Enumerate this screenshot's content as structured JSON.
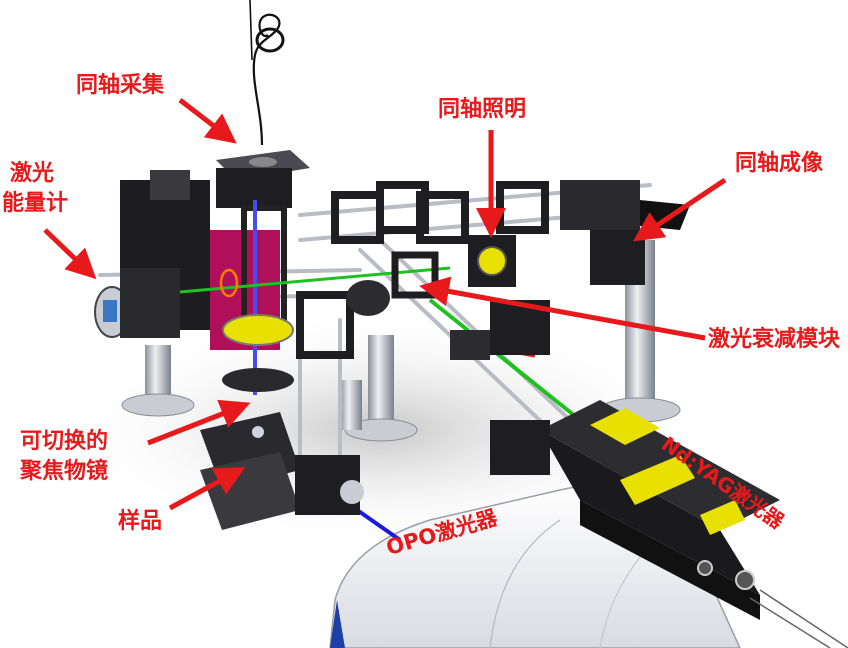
{
  "labels": {
    "coaxial_collection": "同轴采集",
    "laser_energy_meter_line1": "激光",
    "laser_energy_meter_line2": "能量计",
    "coaxial_illumination": "同轴照明",
    "coaxial_imaging": "同轴成像",
    "laser_attenuation_module": "激光衰减模块",
    "switchable_focusing_lens_line1": "可切换的",
    "switchable_focusing_lens_line2": "聚焦物镜",
    "sample": "样品",
    "opo_laser": "OPO激光器",
    "ndyag_laser": "Nd:YAG激光器"
  },
  "colors": {
    "annotation_red": "#e8191b",
    "frame_black": "#1a1a1a",
    "post_silver": "#c9ccd3",
    "laser_green": "#1ec21e",
    "laser_blue": "#1a1ae0",
    "laser_red": "#e01010",
    "lens_yellow": "#e8e000",
    "housing_magenta": "#b0105a",
    "opo_body_white": "#f4f4f6",
    "opo_blue": "#1c3fa8"
  },
  "icons": [
    "fiber-cable",
    "collection-cube",
    "energy-meter",
    "illumination-cube",
    "imaging-camera",
    "attenuation-module",
    "objective-lens",
    "sample-stage",
    "opo-laser-housing",
    "ndyag-laser-head",
    "red-arrow"
  ]
}
